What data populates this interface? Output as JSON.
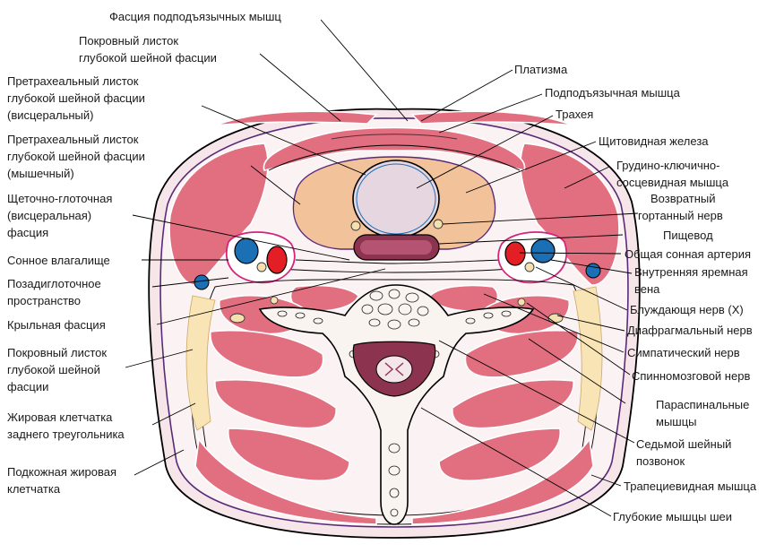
{
  "colors": {
    "muscle": "#e26f80",
    "thyroid": "#f2c29a",
    "trachea": "#e6d6e0",
    "esophagus": "#8c3350",
    "artery": "#e31e24",
    "vein": "#1a6fb5",
    "nerve_fat": "#f5e0b0",
    "fascia_investing": "#5a2a7a",
    "fascia_pretracheal": "#d4237c",
    "fascia_prevertebral": "#1f7a3a",
    "fascia_alar": "#1a5fb8",
    "fascia_buccopharyngeal": "#f2d100"
  },
  "labels": {
    "left": [
      {
        "lines": [
          "Фасция подподъязычных мышц"
        ]
      },
      {
        "lines": [
          "Покровный листок",
          "глубокой шейной фасции"
        ]
      },
      {
        "lines": [
          "Претрахеальный листок",
          "глубокой шейной фасции",
          "(висцеральный)"
        ]
      },
      {
        "lines": [
          "Претрахеальный листок",
          "глубокой шейной фасции",
          "(мышечный)"
        ]
      },
      {
        "lines": [
          "Щеточно-глоточная",
          "(висцеральная)",
          "фасция"
        ]
      },
      {
        "lines": [
          "Сонное влагалище"
        ]
      },
      {
        "lines": [
          "Позадиглоточное",
          "пространство"
        ]
      },
      {
        "lines": [
          "Крыльная фасция"
        ]
      },
      {
        "lines": [
          "Покровный листок",
          "глубокой шейной",
          "фасции"
        ]
      },
      {
        "lines": [
          "Жировая клетчатка",
          "заднего треугольника"
        ]
      },
      {
        "lines": [
          "Подкожная жировая",
          "клетчатка"
        ]
      }
    ],
    "right": [
      {
        "lines": [
          "Платизма"
        ]
      },
      {
        "lines": [
          "Подподъязычная мышца"
        ]
      },
      {
        "lines": [
          "Трахея"
        ]
      },
      {
        "lines": [
          "Щитовидная железа"
        ]
      },
      {
        "lines": [
          "Грудино-ключично-",
          "сосцевидная мышца"
        ]
      },
      {
        "lines": [
          "Возвратный",
          "гортанный нерв"
        ]
      },
      {
        "lines": [
          "Пищевод"
        ]
      },
      {
        "lines": [
          "Общая сонная артерия"
        ]
      },
      {
        "lines": [
          "Внутренняя яремная",
          "вена"
        ]
      },
      {
        "lines": [
          "Блуждающя нерв (X)"
        ]
      },
      {
        "lines": [
          "Диафрагмальный нерв"
        ]
      },
      {
        "lines": [
          "Симпатический нерв"
        ]
      },
      {
        "lines": [
          "Спинномозговой нерв"
        ]
      },
      {
        "lines": [
          "Параспинальные",
          "мышцы"
        ]
      },
      {
        "lines": [
          "Седьмой шейный",
          "позвонок"
        ]
      },
      {
        "lines": [
          "Трапециевидная мышца"
        ]
      },
      {
        "lines": [
          "Глубокие мышцы шеи"
        ]
      }
    ]
  }
}
